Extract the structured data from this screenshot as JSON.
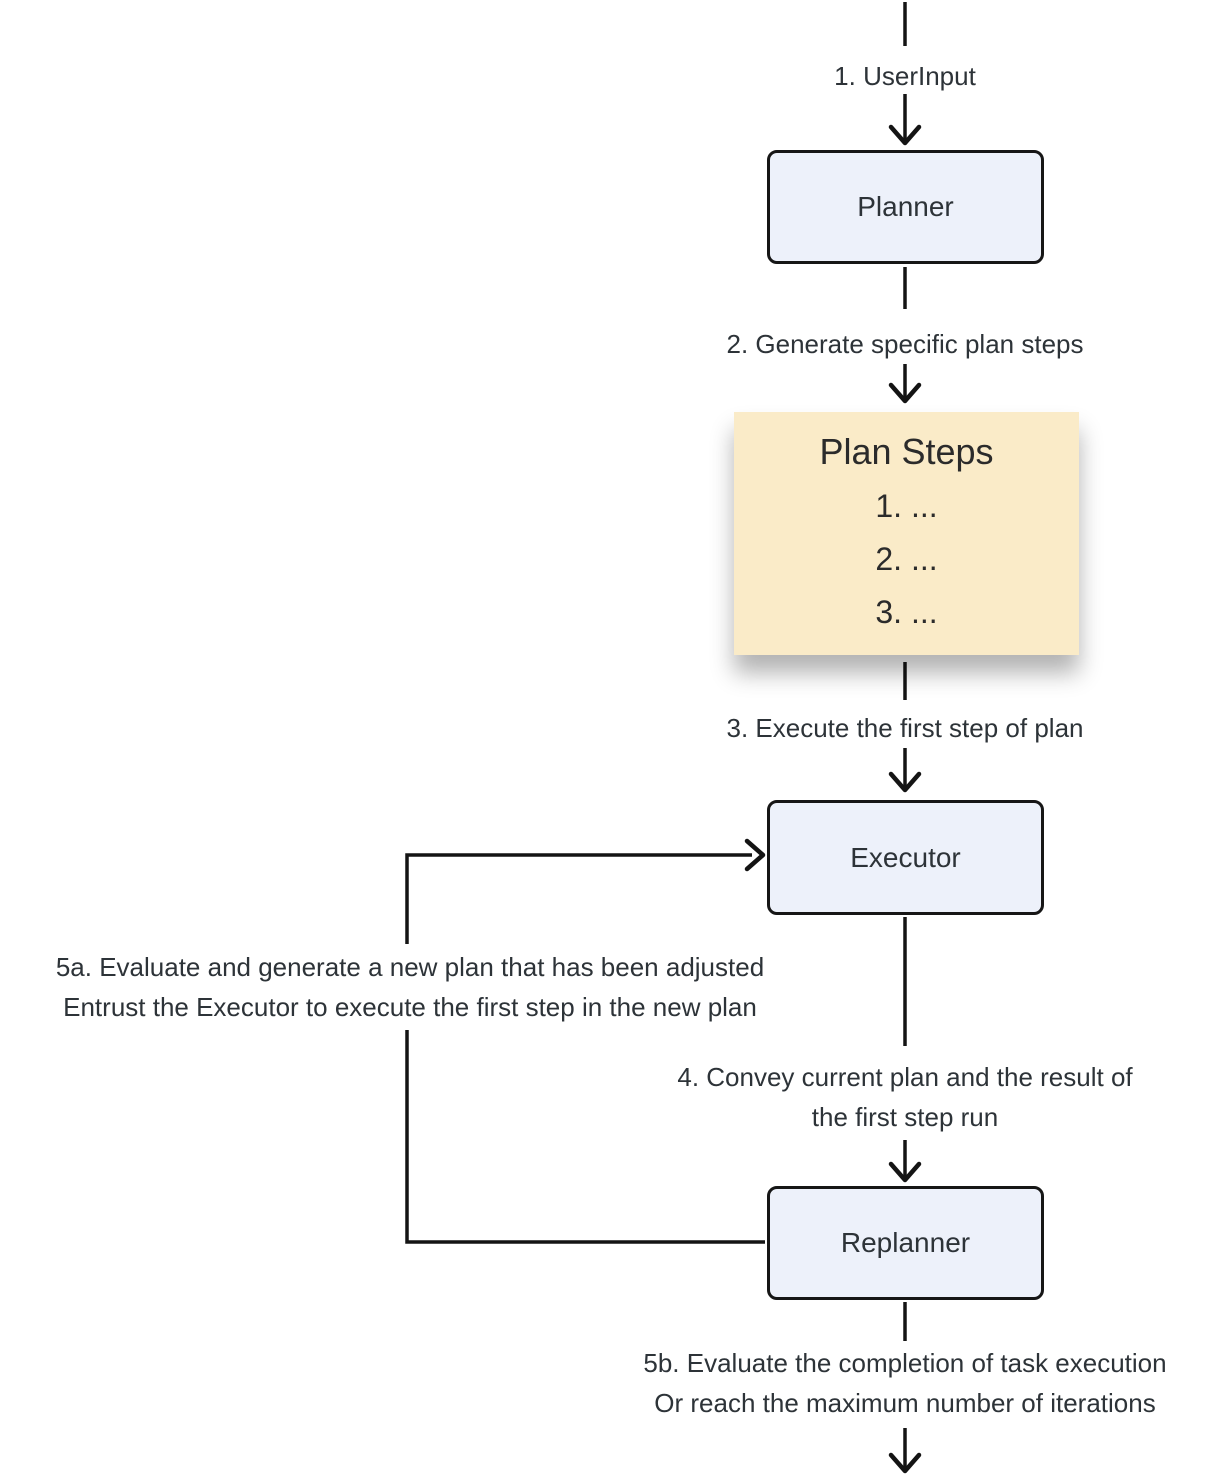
{
  "diagram": {
    "nodes": {
      "planner": {
        "label": "Planner"
      },
      "plan_steps": {
        "title": "Plan Steps",
        "items": [
          "1. ...",
          "2. ...",
          "3. ..."
        ]
      },
      "executor": {
        "label": "Executor"
      },
      "replanner": {
        "label": "Replanner"
      }
    },
    "edges": {
      "user_input": {
        "label": "1. UserInput"
      },
      "generate_plan": {
        "label": "2. Generate specific plan steps"
      },
      "execute_first": {
        "label": "3. Execute the first step of plan"
      },
      "convey_result": {
        "line1": "4. Convey current plan and the result of",
        "line2": "the first step run"
      },
      "replan_loop": {
        "line1": "5a. Evaluate and generate a new plan that has been adjusted",
        "line2": "Entrust the Executor to execute the first step in the new plan"
      },
      "finish": {
        "line1": "5b. Evaluate the completion of task execution",
        "line2": "Or reach the maximum number of iterations"
      }
    },
    "colors": {
      "node_fill": "#edf1fa",
      "node_border": "#161616",
      "plan_steps_fill": "#faebc8",
      "line": "#141414",
      "text": "#2d3338",
      "background": "#ffffff"
    }
  }
}
